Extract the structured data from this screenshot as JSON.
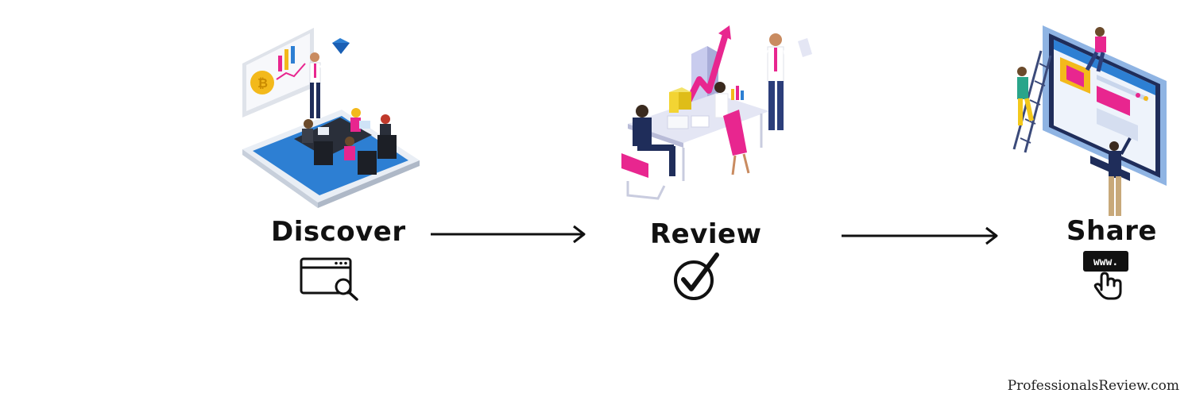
{
  "steps": [
    {
      "label": "Discover",
      "icon": "browser-search-icon"
    },
    {
      "label": "Review",
      "icon": "check-circle-icon"
    },
    {
      "label": "Share",
      "icon": "www-click-icon",
      "badge_text": "www."
    }
  ],
  "credit": "ProfessionalsReview.com",
  "colors": {
    "text": "#111111",
    "blue": "#2d7fd3",
    "pink": "#e8268f",
    "navy": "#1f2d5a",
    "gold": "#f3b91b"
  }
}
